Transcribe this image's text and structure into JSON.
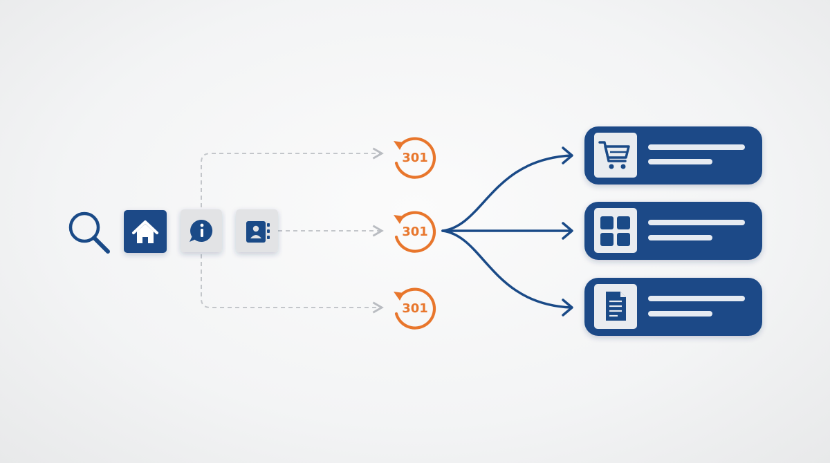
{
  "colors": {
    "navy": "#1a4a87",
    "navy_dark": "#163f75",
    "orange": "#e8762c",
    "grey_tile": "#e2e3e5",
    "connector_grey": "#c3c6ca",
    "card_line": "#e6ebf2",
    "icon_box_bg": "#e9ecf0",
    "background": "#f3f4f5"
  },
  "source_icons": [
    {
      "name": "search-icon",
      "style": "outline"
    },
    {
      "name": "home-icon",
      "style": "navy-tile"
    },
    {
      "name": "info-chat-icon",
      "style": "grey-tile"
    },
    {
      "name": "contacts-book-icon",
      "style": "grey-tile"
    }
  ],
  "redirects": [
    {
      "code": "301",
      "icon": "redirect-arrow-icon"
    },
    {
      "code": "301",
      "icon": "redirect-arrow-icon"
    },
    {
      "code": "301",
      "icon": "redirect-arrow-icon"
    }
  ],
  "destinations": [
    {
      "name": "shop-page-card",
      "icon": "shopping-cart-icon"
    },
    {
      "name": "category-page-card",
      "icon": "grid-icon"
    },
    {
      "name": "content-page-card",
      "icon": "document-icon"
    }
  ]
}
